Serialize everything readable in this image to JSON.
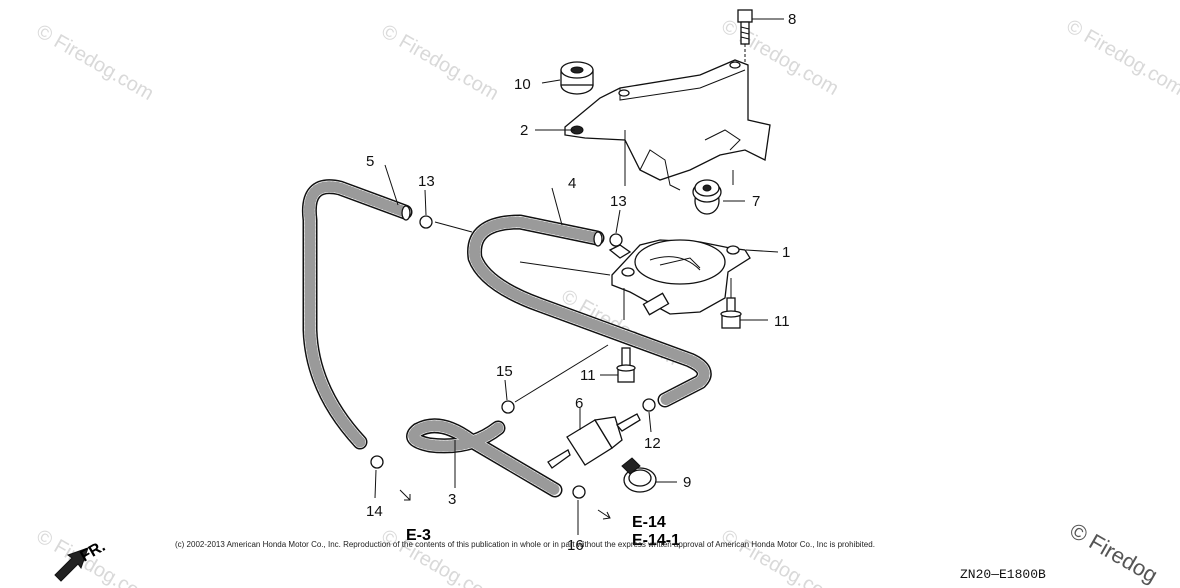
{
  "watermarks": [
    "© Firedog.com",
    "© Firedog.com",
    "© Firedog.com",
    "© Firedog.com",
    "© Firedog.com",
    "© Firedog.com",
    "© Firedog.com",
    "© Firedog.com"
  ],
  "corner_watermark": "© Firedog",
  "callouts": [
    "1",
    "2",
    "3",
    "4",
    "5",
    "6",
    "7",
    "8",
    "9",
    "10",
    "11",
    "11",
    "12",
    "13",
    "13",
    "14",
    "15",
    "16"
  ],
  "references": {
    "left": "E-3",
    "right_1": "E-14",
    "right_2": "E-14-1"
  },
  "front_indicator": "FR.",
  "copyright": "(c) 2002-2013 American Honda Motor Co., Inc. Reproduction of the contents of this publication in whole or in part without the express written approval of American Honda Motor Co., Inc is prohibited.",
  "diagram_code": "ZN20—E1800B"
}
